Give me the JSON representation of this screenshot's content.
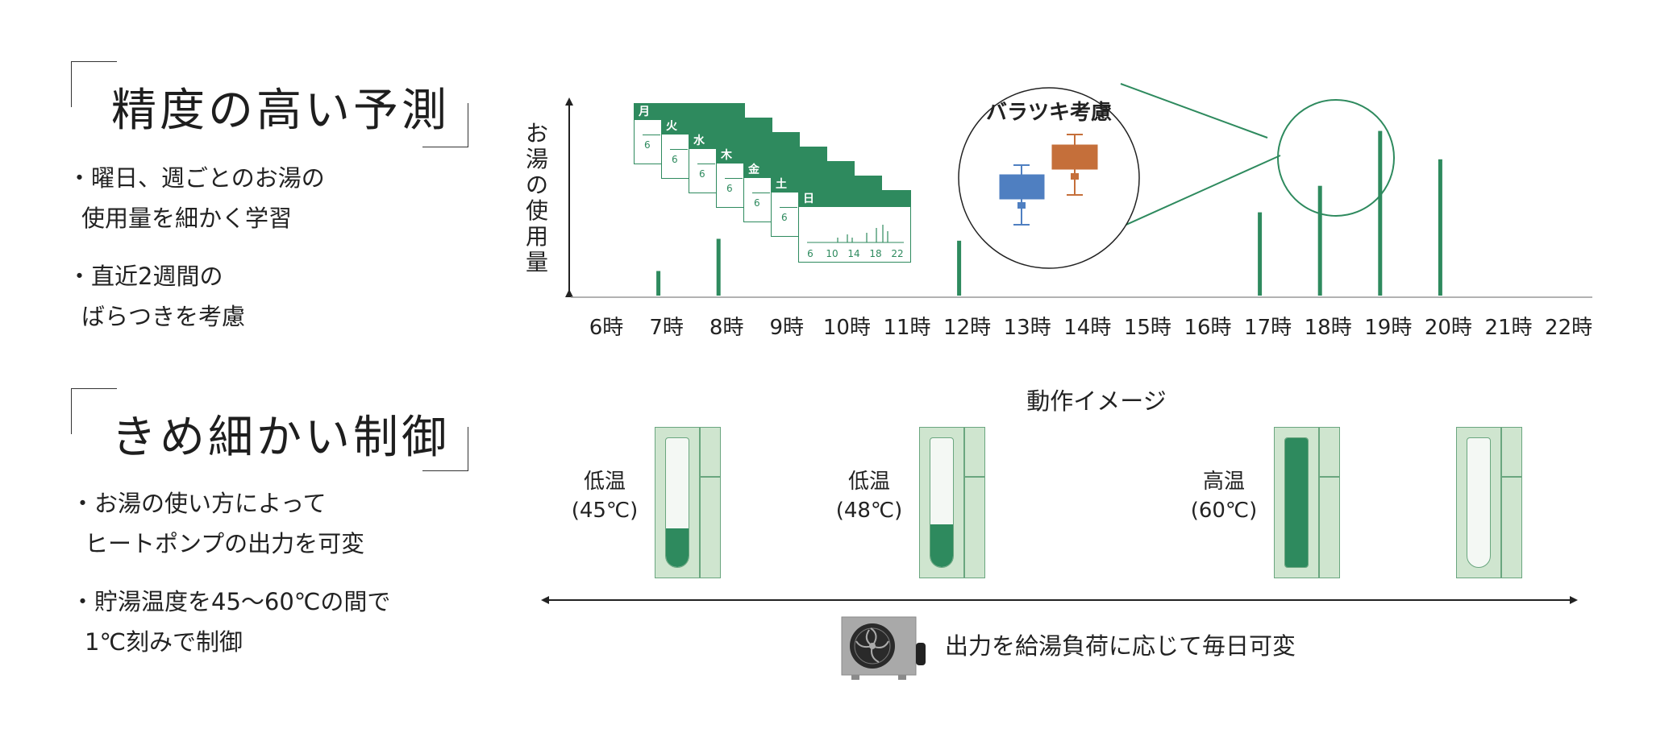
{
  "sections": {
    "prediction": {
      "title": "精度の高い予測",
      "bullets": [
        [
          "・曜日、週ごとのお湯の",
          "使用量を細かく学習"
        ],
        [
          "・直近2週間の",
          "ばらつきを考慮"
        ]
      ]
    },
    "control": {
      "title": "きめ細かい制御",
      "bullets": [
        [
          "・お湯の使い方によって",
          "ヒートポンプの出力を可変"
        ],
        [
          "・貯湯温度を45〜60℃の間で",
          "1℃刻みで制御"
        ]
      ]
    }
  },
  "chart_data": {
    "type": "bar",
    "ylabel": "お湯の使用量",
    "categories": [
      "6時",
      "7時",
      "8時",
      "9時",
      "10時",
      "11時",
      "12時",
      "13時",
      "14時",
      "15時",
      "16時",
      "17時",
      "18時",
      "19時",
      "20時",
      "21時",
      "22時"
    ],
    "values": [
      0,
      13,
      30,
      0,
      0,
      0,
      29,
      0,
      0,
      0,
      0,
      44,
      58,
      87,
      72,
      0,
      0
    ],
    "ylim": [
      0,
      100
    ],
    "bar_color": "#2e8a5e"
  },
  "calendar": {
    "days": [
      "月",
      "火",
      "水",
      "木",
      "金",
      "土",
      "日"
    ],
    "sample_label": "6",
    "front_ticks": [
      "6",
      "10",
      "14",
      "18",
      "22"
    ],
    "header_color": "#2e8a5e"
  },
  "variance": {
    "title": "バラツキ考慮",
    "box1_color": "#4f7fc1",
    "box2_color": "#c56f3a"
  },
  "operation": {
    "title": "動作イメージ",
    "tanks": [
      {
        "label": "低温",
        "temp": "(45℃)",
        "fill": 0.3
      },
      {
        "label": "低温",
        "temp": "(48℃)",
        "fill": 0.33
      },
      {
        "label": "高温",
        "temp": "(60℃)",
        "fill": 1.0
      },
      {
        "label": "",
        "temp": "",
        "fill": 0
      }
    ],
    "caption": "出力を給湯負荷に応じて毎日可変"
  },
  "colors": {
    "green": "#2e8a5e",
    "tank_body": "#cfe5cf",
    "tank_border": "#6aa67f"
  }
}
